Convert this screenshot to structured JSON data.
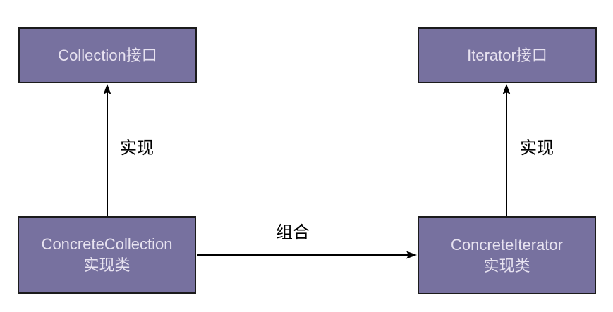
{
  "diagram": {
    "nodes": {
      "collection_interface": {
        "label": "Collection接口"
      },
      "iterator_interface": {
        "label": "Iterator接口"
      },
      "concrete_collection": {
        "line1": "ConcreteCollection",
        "line2": "实现类"
      },
      "concrete_iterator": {
        "line1": "ConcreteIterator",
        "line2": "实现类"
      }
    },
    "edges": {
      "implements_left": {
        "label": "实现",
        "from": "concrete_collection",
        "to": "collection_interface"
      },
      "implements_right": {
        "label": "实现",
        "from": "concrete_iterator",
        "to": "iterator_interface"
      },
      "composition": {
        "label": "组合",
        "from": "concrete_collection",
        "to": "concrete_iterator"
      }
    },
    "colors": {
      "node_fill": "#77719f",
      "node_border": "#1b1b1b",
      "node_text": "#e7e2f0",
      "edge_color": "#000000",
      "edge_label_color": "#000000",
      "background": "#ffffff"
    }
  }
}
